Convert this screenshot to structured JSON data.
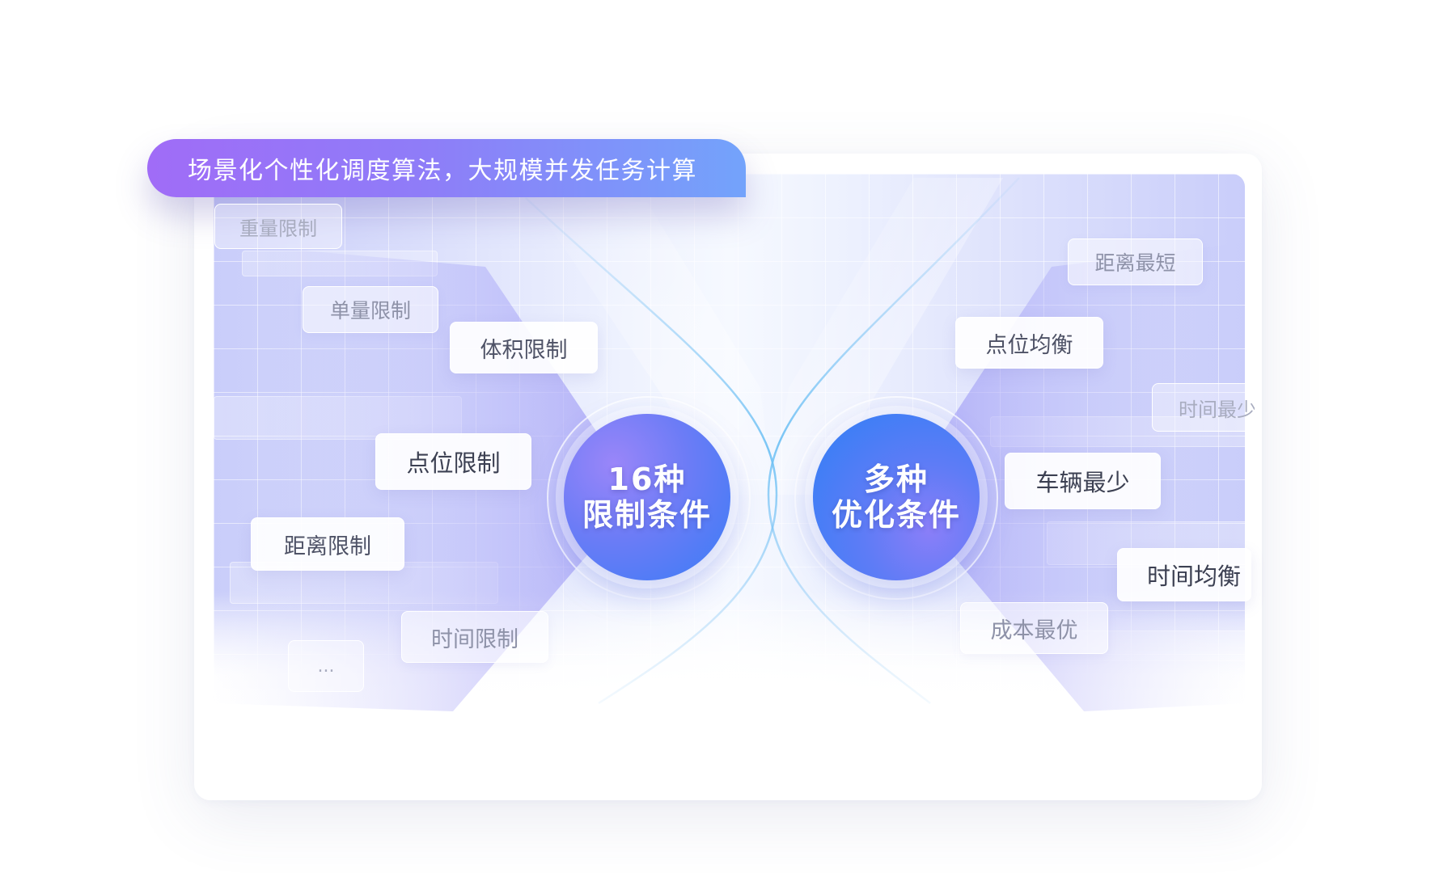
{
  "title": "场景化个性化调度算法，大规模并发任务计算",
  "left_circle": {
    "line1": "16种",
    "line2": "限制条件"
  },
  "right_circle": {
    "line1": "多种",
    "line2": "优化条件"
  },
  "left_tags": [
    "重量限制",
    "单量限制",
    "体积限制",
    "点位限制",
    "距离限制",
    "时间限制",
    "..."
  ],
  "right_tags": [
    "距离最短",
    "点位均衡",
    "时间最少",
    "车辆最少",
    "时间均衡",
    "成本最优"
  ],
  "colors": {
    "title_gradient_start": "#a06cf7",
    "title_gradient_end": "#73a3fb",
    "circle_blue": "#3a7df6",
    "circle_purple": "#9a86f9",
    "tag_text": "#4e5266",
    "panel_edge": "#c9cdfa"
  }
}
